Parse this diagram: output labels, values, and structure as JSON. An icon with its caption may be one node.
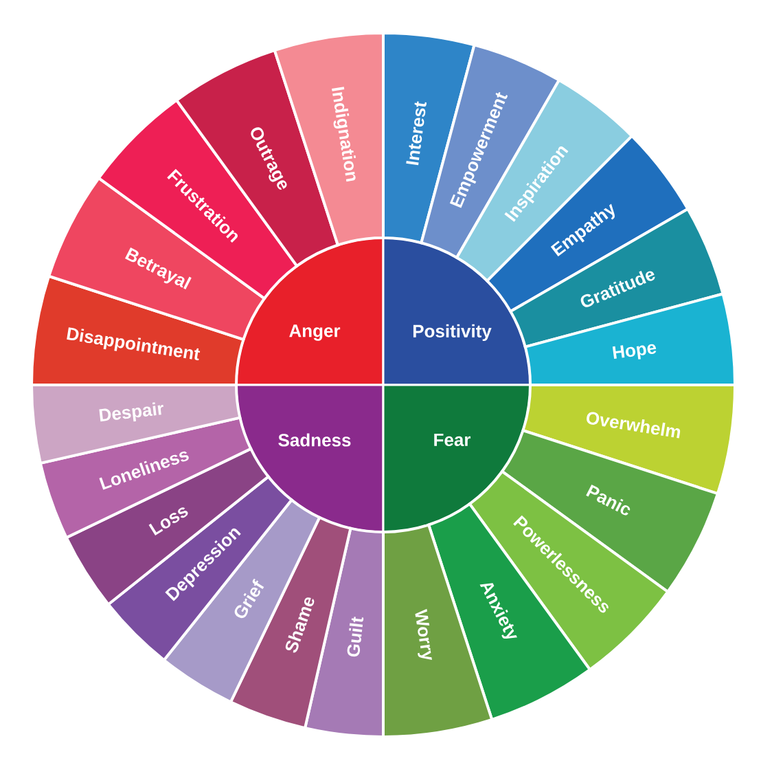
{
  "diagram": {
    "nodes": [
      {
        "text": [
          "Anger"
        ]
      },
      {
        "text": [
          "Positivity"
        ]
      },
      {
        "text": [
          "Sadness"
        ]
      },
      {
        "text": [
          "Fear"
        ]
      },
      {
        "text": [
          "Disappointment"
        ]
      },
      {
        "text": [
          "Betrayal"
        ]
      },
      {
        "text": [
          "Frustration"
        ]
      },
      {
        "text": [
          "Outrage"
        ]
      },
      {
        "text": [
          "Indignation"
        ]
      },
      {
        "text": [
          "Interest"
        ]
      },
      {
        "text": [
          "Empowerment"
        ]
      },
      {
        "text": [
          "Inspiration"
        ]
      },
      {
        "text": [
          "Empathy"
        ]
      },
      {
        "text": [
          "Gratitude"
        ]
      },
      {
        "text": [
          "Hope"
        ]
      },
      {
        "text": [
          "Overwhelm"
        ]
      },
      {
        "text": [
          "Panic"
        ]
      },
      {
        "text": [
          "Powerlessness"
        ]
      },
      {
        "text": [
          "Anxiety"
        ]
      },
      {
        "text": [
          "Worry"
        ]
      },
      {
        "text": [
          "Guilt"
        ]
      },
      {
        "text": [
          "Shame"
        ]
      },
      {
        "text": [
          "Grief"
        ]
      },
      {
        "text": [
          "Depression"
        ]
      },
      {
        "text": [
          "Loss"
        ]
      },
      {
        "text": [
          "Loneliness"
        ]
      },
      {
        "text": [
          "Despair"
        ]
      }
    ]
  }
}
